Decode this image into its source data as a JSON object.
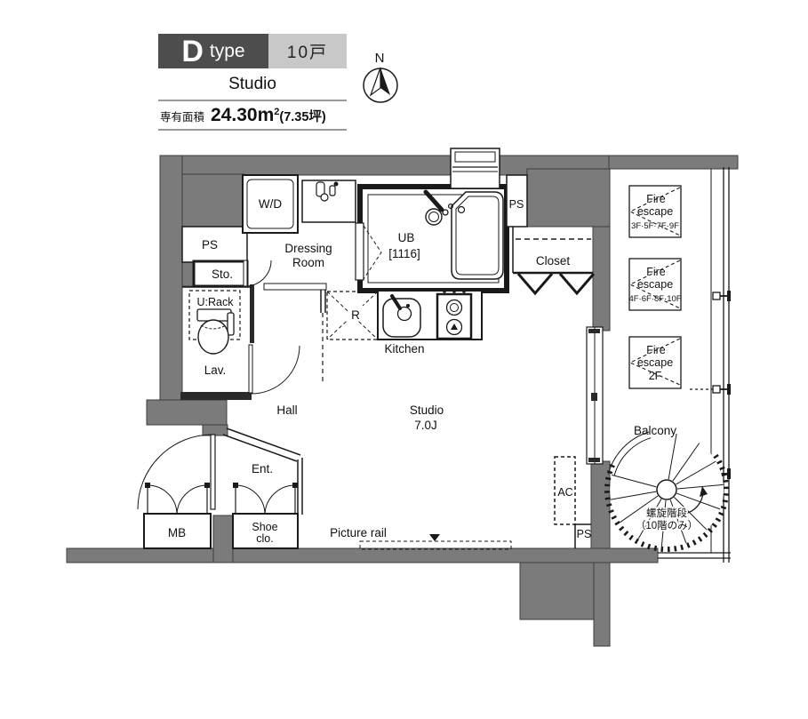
{
  "header": {
    "type_letter": "D",
    "type_word": "type",
    "unit_count": "10戸",
    "plan_name": "Studio",
    "area_label": "専有面積",
    "area_value": "24.30m",
    "area_sup": "2",
    "area_tsubo": "(7.35坪)"
  },
  "compass": {
    "north": "N"
  },
  "labels": {
    "ps_top_left": "PS",
    "sto": "Sto.",
    "wd": "W/D",
    "dressing_line1": "Dressing",
    "dressing_line2": "Room",
    "ub_line1": "UB",
    "ub_line2": "[1116]",
    "ps_top_right": "PS",
    "closet": "Closet",
    "urack": "U:Rack",
    "lav": "Lav.",
    "hall": "Hall",
    "ent": "Ent.",
    "mb": "MB",
    "shoe_line1": "Shoe",
    "shoe_line2": "clo.",
    "fridge": "R",
    "kitchen": "Kitchen",
    "studio_line1": "Studio",
    "studio_line2": "7.0J",
    "picture_rail": "Picture rail",
    "ac": "AC",
    "ps_bottom": "PS",
    "balcony": "Balcony",
    "spiral_line1": "螺旋階段",
    "spiral_line2": "（10階のみ）"
  },
  "fire_escapes": [
    {
      "line1": "Fire",
      "line2": "escape",
      "line3": "3F·5F·7F·9F"
    },
    {
      "line1": "Fire",
      "line2": "escape",
      "line3": "4F·6F·8F·10F"
    },
    {
      "line1": "Fire",
      "line2": "escape",
      "line3": "2F"
    }
  ],
  "colors": {
    "wall": "#7b7b7b",
    "title_dark": "#4d4d4d",
    "title_light": "#c8c8c8",
    "line": "#1a1a1a"
  }
}
